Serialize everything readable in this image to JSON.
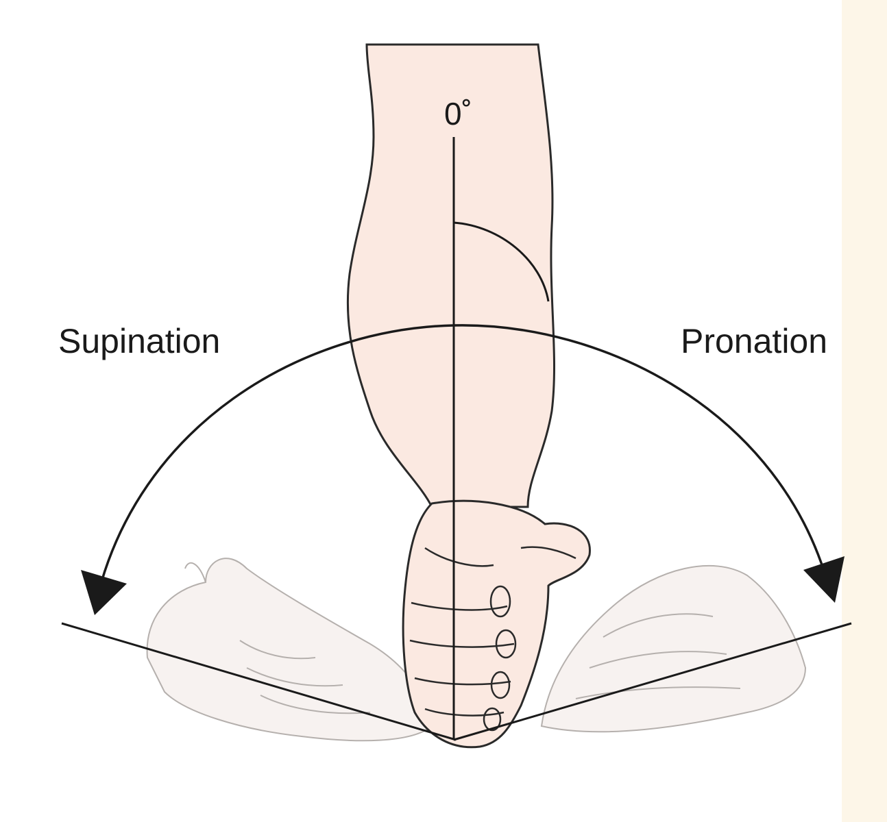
{
  "labels": {
    "zero": "0˚",
    "supination": "Supination",
    "pronation": "Pronation"
  },
  "colors": {
    "skin": "#fbe9e1",
    "faded_hand": "#f7f2f0",
    "line": "#1a1a1a",
    "outline": "#2a2a2a",
    "faded_outline": "#b5b0ad",
    "right_strip": "#fdf6e8"
  }
}
